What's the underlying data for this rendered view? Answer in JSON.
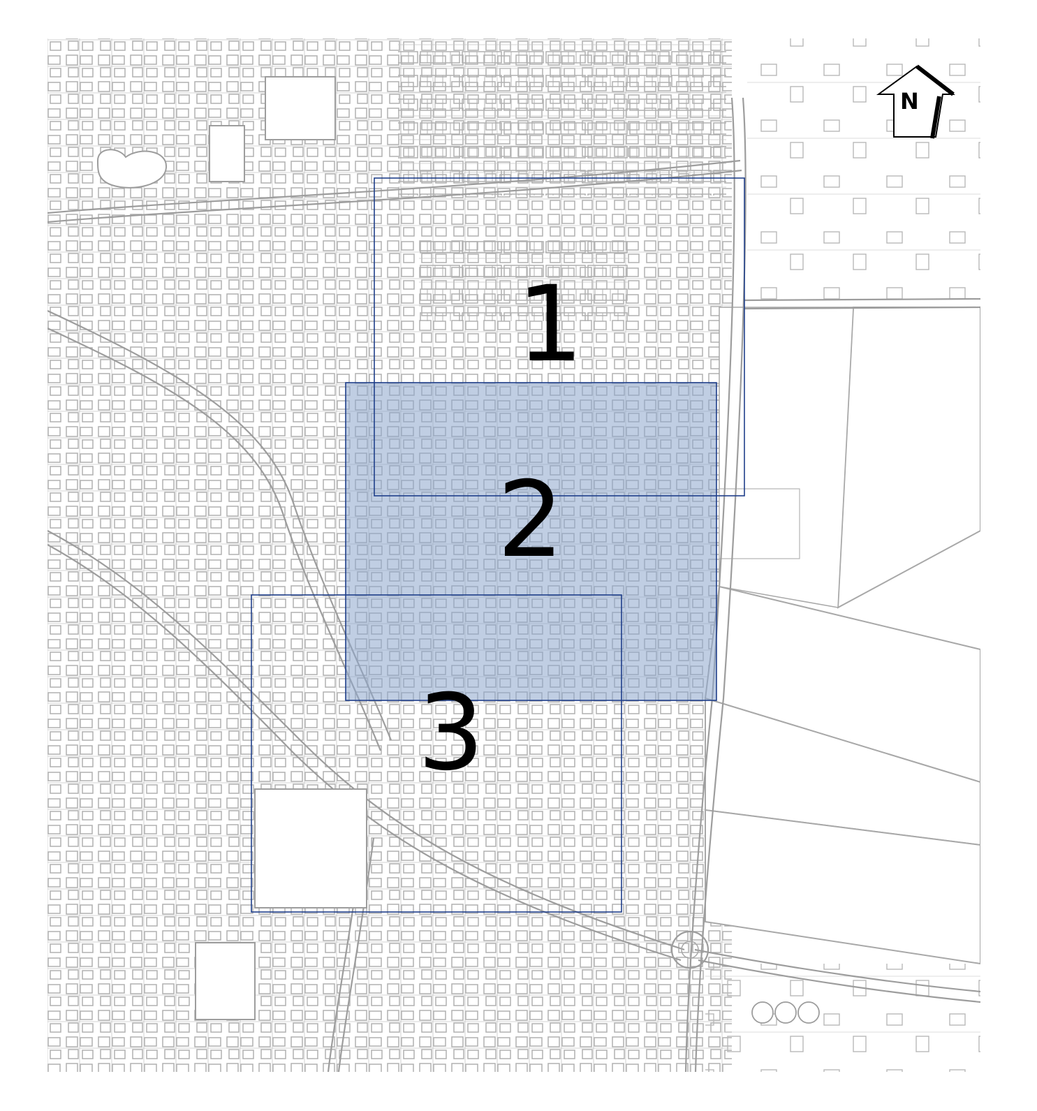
{
  "map": {
    "line_color": "#a8a8a8",
    "background": "#ffffff",
    "zone_border_color": "#1f3f8a",
    "zone_highlight_fill": "#8da6cc",
    "zones": [
      {
        "id": "zone-1",
        "label": "1",
        "highlighted": false
      },
      {
        "id": "zone-2",
        "label": "2",
        "highlighted": true
      },
      {
        "id": "zone-3",
        "label": "3",
        "highlighted": false
      }
    ],
    "compass": {
      "icon": "north-arrow-icon",
      "letter": "N"
    }
  }
}
